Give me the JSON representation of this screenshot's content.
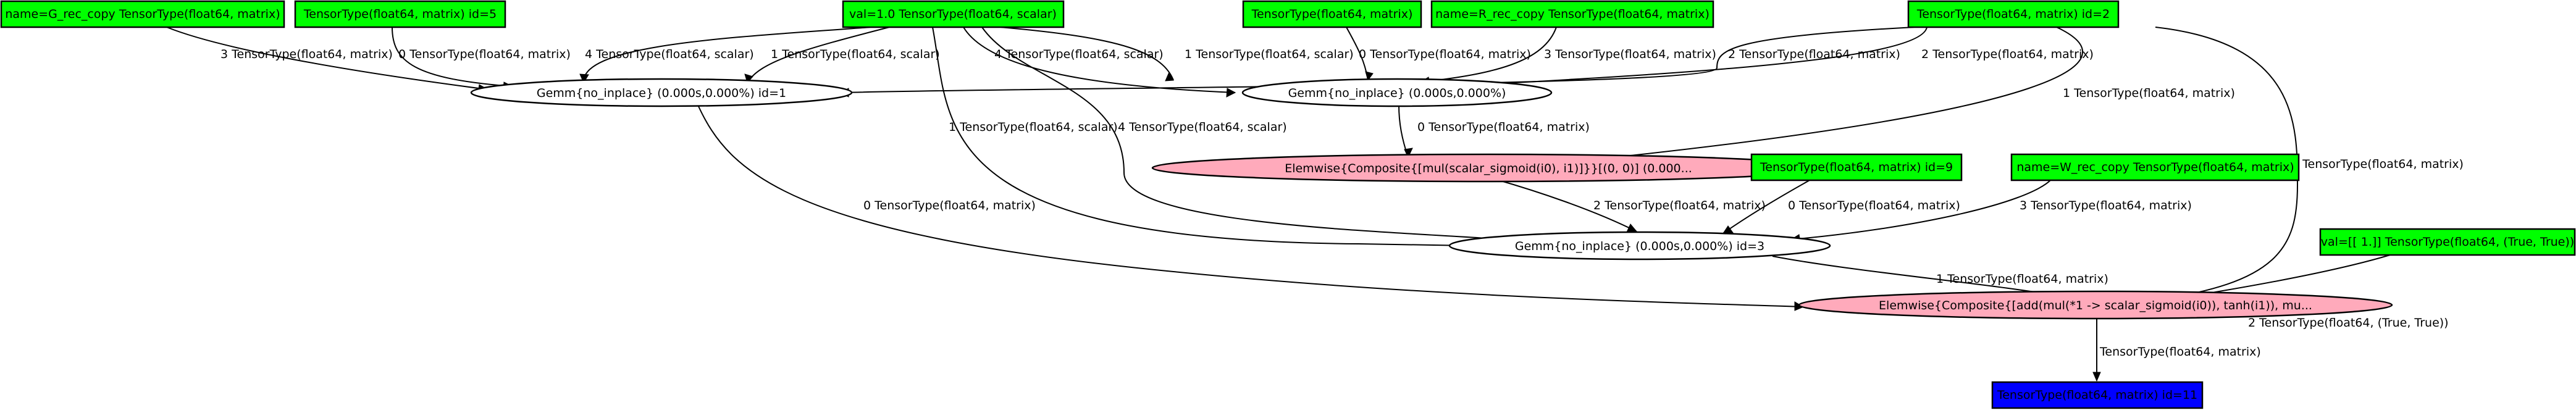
{
  "colors": {
    "variable": "#00ff00",
    "apply": "#ffffff",
    "elemwise": "#ffaabb",
    "output": "#0000ff",
    "stroke": "#000000"
  },
  "nodes": {
    "n_g": "name=G_rec_copy TensorType(float64, matrix)",
    "n_id5": "TensorType(float64, matrix) id=5",
    "n_val1": "val=1.0 TensorType(float64, scalar)",
    "n_tt": "TensorType(float64, matrix)",
    "n_r": "name=R_rec_copy TensorType(float64, matrix)",
    "n_id2": "TensorType(float64, matrix) id=2",
    "n_gemm1": "Gemm{no_inplace}   (0.000s,0.000%) id=1",
    "n_gemm0": "Gemm{no_inplace}   (0.000s,0.000%)",
    "n_elem1": "Elemwise{Composite{[mul(scalar_sigmoid(i0), i1)]}}[(0, 0)]   (0.000...",
    "n_id9": "TensorType(float64, matrix) id=9",
    "n_w": "name=W_rec_copy TensorType(float64, matrix)",
    "n_gemm3": "Gemm{no_inplace}   (0.000s,0.000%) id=3",
    "n_val11": "val=[[ 1.]] TensorType(float64, (True, True))",
    "n_elem2": "Elemwise{Composite{[add(mul(*1 -> scalar_sigmoid(i0)), tanh(i1)), mu...",
    "n_out": "TensorType(float64, matrix) id=11"
  },
  "edges": {
    "e1": "3 TensorType(float64, matrix)",
    "e2": "0 TensorType(float64, matrix)",
    "e3": "4 TensorType(float64, scalar)",
    "e4": "1 TensorType(float64, scalar)",
    "e5": "4 TensorType(float64, scalar)",
    "e6": "1 TensorType(float64, scalar)",
    "e7": "0 TensorType(float64, matrix)",
    "e8": "3 TensorType(float64, matrix)",
    "e9": "2 TensorType(float64, matrix)",
    "e10": "2 TensorType(float64, matrix)",
    "e11": "0 TensorType(float64, matrix)",
    "e12": "1 TensorType(float64, matrix)",
    "e13": "1 TensorType(float64, scalar)",
    "e14": "4 TensorType(float64, scalar)",
    "e15": "2 TensorType(float64, matrix)",
    "e16": "0 TensorType(float64, matrix)",
    "e17": "3 TensorType(float64, matrix)",
    "e18": "0 TensorType(float64, matrix)",
    "e19": "1 TensorType(float64, matrix)",
    "e20": "2 TensorType(float64, (True, True))",
    "e21": "3 TensorType(float64, matrix)",
    "e22": "TensorType(float64, matrix)"
  }
}
